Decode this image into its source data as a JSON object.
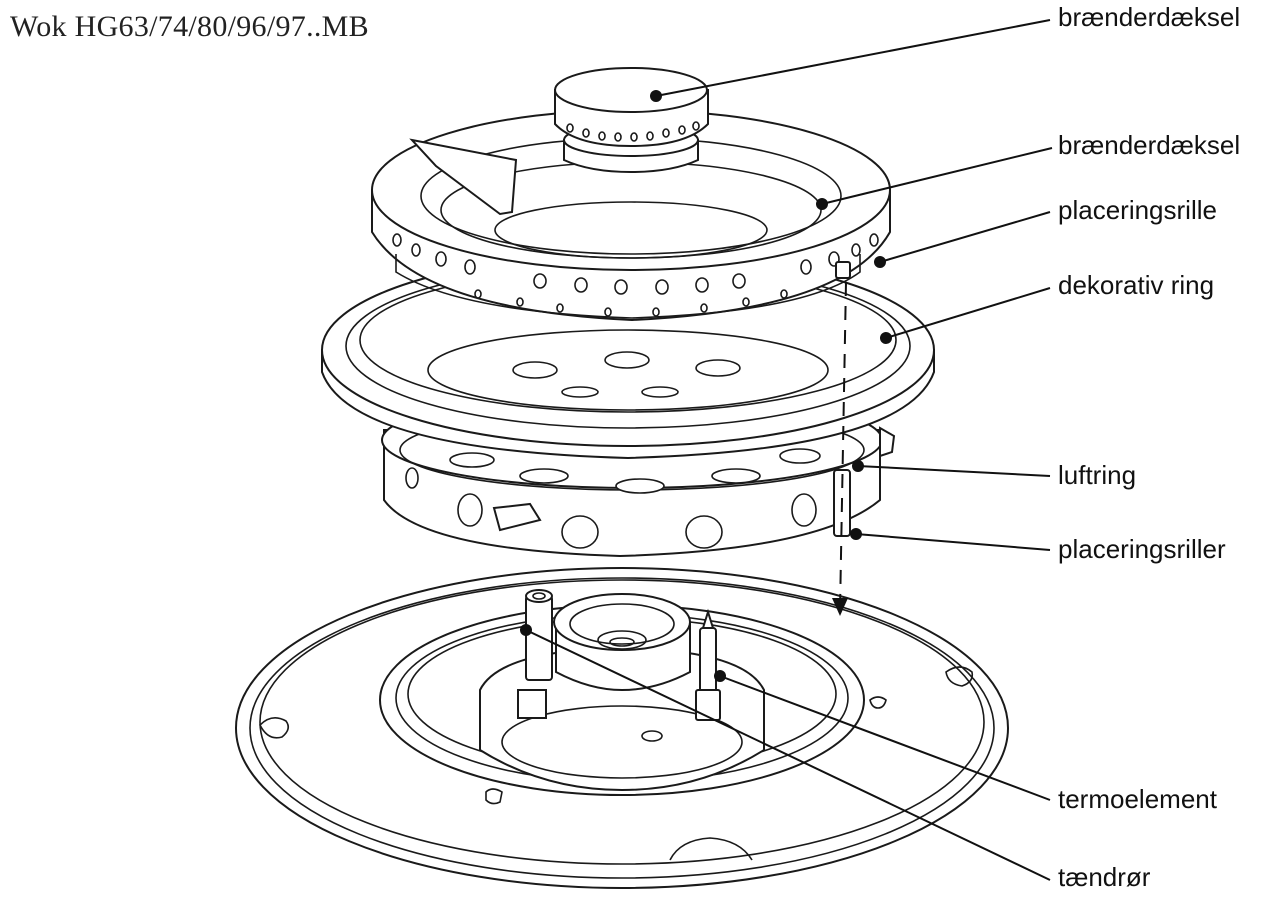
{
  "title": "Wok HG63/74/80/96/97..MB",
  "labels": [
    {
      "id": "burner-cap-top",
      "text": "brænderdæksel"
    },
    {
      "id": "burner-cap-ring",
      "text": "brænderdæksel"
    },
    {
      "id": "positioning-groove",
      "text": "placeringsrille"
    },
    {
      "id": "decorative-ring",
      "text": "dekorativ ring"
    },
    {
      "id": "air-ring",
      "text": "luftring"
    },
    {
      "id": "positioning-grooves",
      "text": "placeringsriller"
    },
    {
      "id": "thermocouple",
      "text": "termoelement"
    },
    {
      "id": "ignition-tube",
      "text": "tændrør"
    }
  ]
}
